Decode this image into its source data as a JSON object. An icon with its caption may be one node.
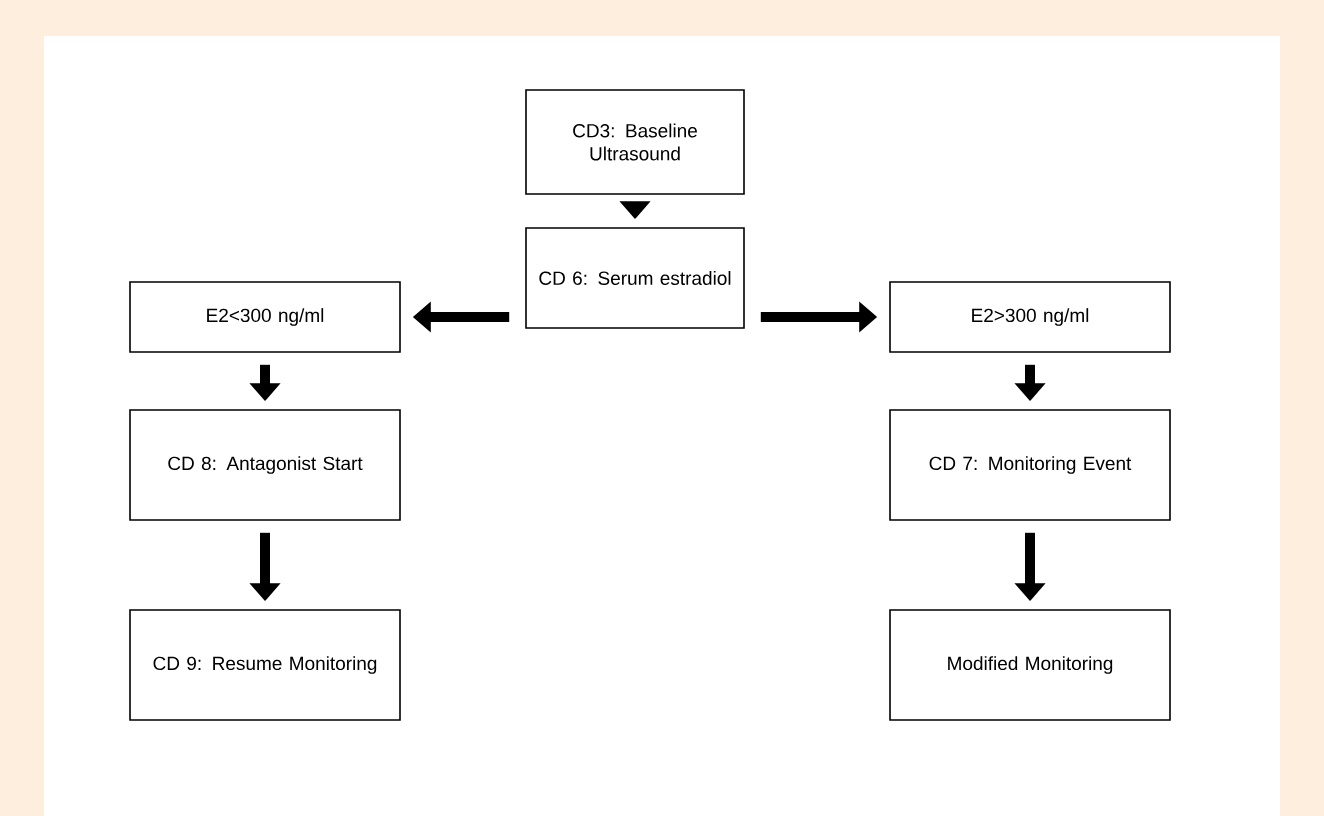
{
  "diagram": {
    "nodes": [
      {
        "text": [
          "CD3: Baseline Ultrasound"
        ]
      },
      {
        "text": [
          "CD 6: Serum estradiol"
        ]
      },
      {
        "text": [
          "E2<300 ng/ml"
        ]
      },
      {
        "text": [
          "E2>300 ng/ml"
        ]
      },
      {
        "text": [
          "CD 8: Antagonist Start"
        ]
      },
      {
        "text": [
          "CD 7: Monitoring Event"
        ]
      },
      {
        "text": [
          "CD 9: Resume Monitoring"
        ]
      },
      {
        "text": [
          "Modified Monitoring"
        ]
      }
    ],
    "edges": [
      {
        "from": 0,
        "to": 1,
        "arrow": "to"
      },
      {
        "from": 1,
        "to": 2,
        "arrow": "to"
      },
      {
        "from": 1,
        "to": 3,
        "arrow": "to"
      },
      {
        "from": 2,
        "to": 4,
        "arrow": "to"
      },
      {
        "from": 4,
        "to": 6,
        "arrow": "to"
      },
      {
        "from": 3,
        "to": 5,
        "arrow": "to"
      },
      {
        "from": 5,
        "to": 7,
        "arrow": "to"
      }
    ]
  }
}
